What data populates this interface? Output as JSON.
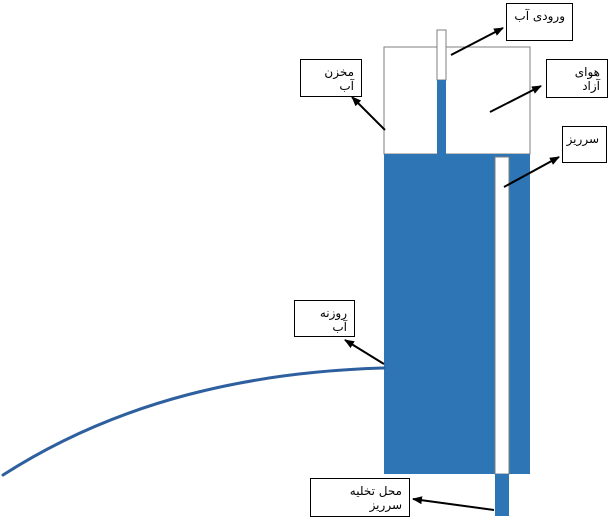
{
  "labels": {
    "water_inlet": "ورودی آب",
    "reservoir": "مخزن آب",
    "free_air": "هوای آزاد",
    "overflow": "سرریز",
    "water_orifice": "روزنه آب",
    "overflow_drain": "محل تخلیه سرریز"
  },
  "colors": {
    "water": "#2e75b6",
    "outline": "#7f7f7f",
    "stream": "#2e5f9e",
    "arrow": "#000000"
  }
}
